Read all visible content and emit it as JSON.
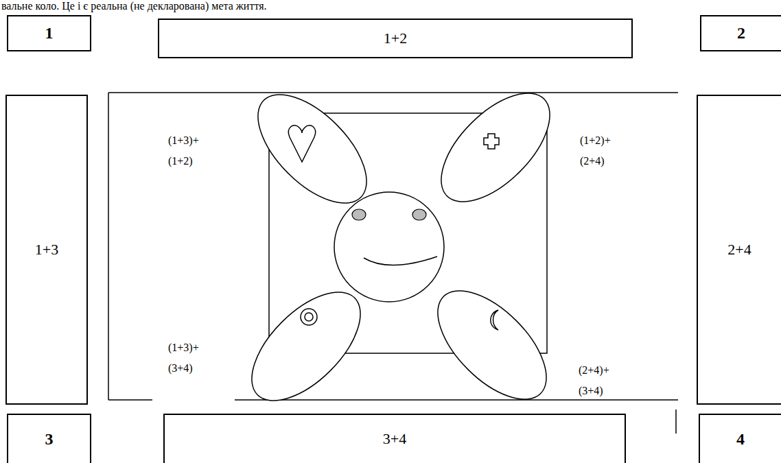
{
  "diagram": {
    "nodes": [
      {
        "text": [
          "1"
        ]
      },
      {
        "text": [
          "1+2"
        ]
      },
      {
        "text": [
          "2"
        ]
      },
      {
        "text": [
          "1+3"
        ]
      },
      {
        "text": [
          "2+4"
        ]
      },
      {
        "text": [
          "3"
        ]
      },
      {
        "text": [
          "3+4"
        ]
      },
      {
        "text": [
          "4"
        ]
      }
    ],
    "labels": [
      "вальне коло. Це і є реальна (не декларована) мета життя.",
      "(1+3)+ (1+2)",
      "(1+2)+ (2+4)",
      "(1+3)+ (3+4)",
      "(2+4)+ (3+4)"
    ]
  }
}
